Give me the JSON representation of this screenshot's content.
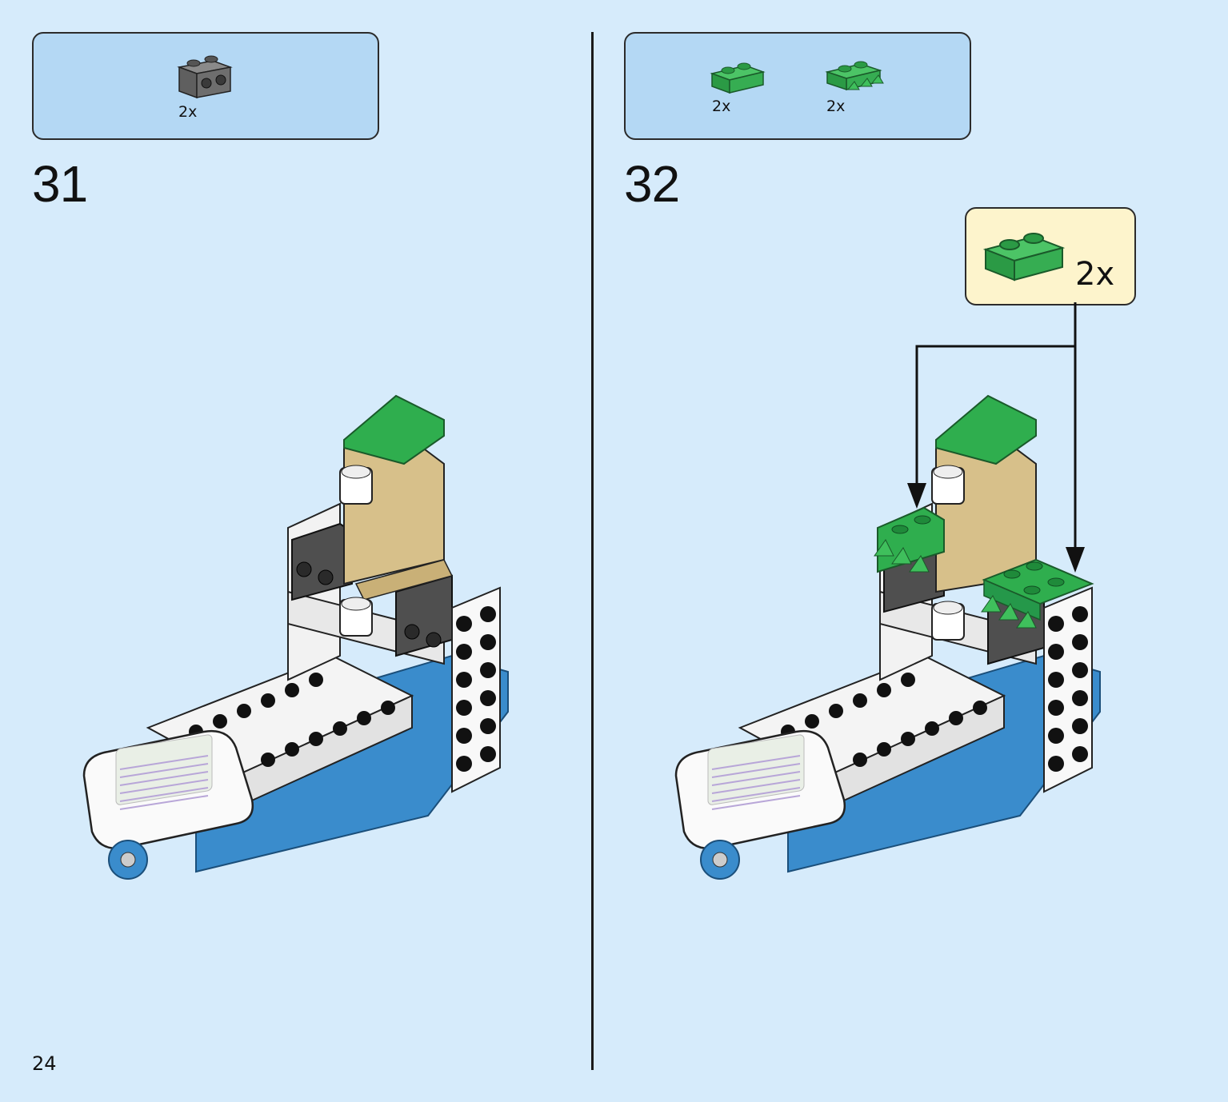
{
  "page": {
    "number": "24"
  },
  "steps": [
    {
      "number": "31",
      "parts": [
        {
          "icon": "dark-gray-brick-1x2-studs-on-side",
          "color": "#6b6b6b",
          "qty": "2x"
        }
      ]
    },
    {
      "number": "32",
      "parts": [
        {
          "icon": "green-plate-1x2",
          "color": "#2fae4e",
          "qty": "2x"
        },
        {
          "icon": "green-plate-1x2-with-teeth",
          "color": "#2fae4e",
          "qty": "2x"
        }
      ],
      "callout": {
        "icon": "green-plate-1x2",
        "qty": "2x"
      }
    }
  ],
  "colors": {
    "background": "#d6ebfb",
    "parts_box": "#b4d8f4",
    "callout": "#fdf4cc",
    "green": "#2fae4e",
    "blue": "#3a8ccc",
    "tan": "#d7c08a",
    "dark_gray": "#5a5a5a"
  }
}
